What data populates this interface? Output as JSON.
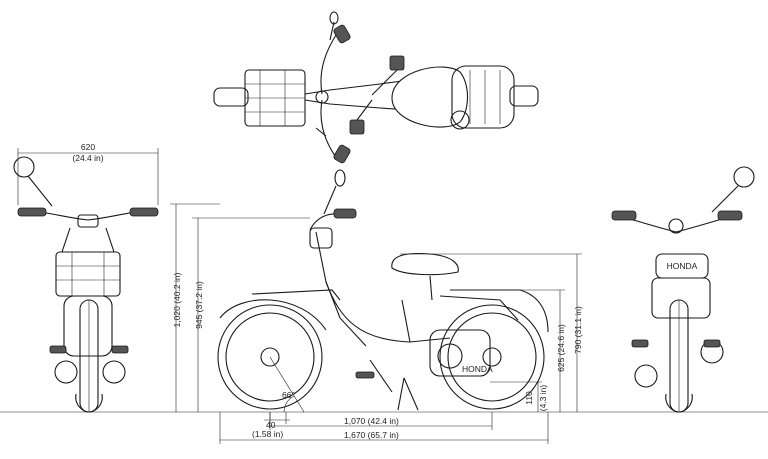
{
  "dimensions": {
    "handlebar_width": "620",
    "handlebar_width_in": "(24.4 in)",
    "overall_height": "1,020 (40.2 in)",
    "seat_height_top": "945 (37.2 in)",
    "seat_height": "790 (31.1 in)",
    "footrest_height": "625 (24.6 in)",
    "ground_clearance": "110",
    "ground_clearance_in": "(4.3 in)",
    "caster_angle": "66°",
    "trail": "40",
    "trail_in": "(1.58 in)",
    "wheelbase": "1,070 (42.4 in)",
    "overall_length": "1,670 (65.7 in)"
  },
  "branding": {
    "tank_text": "HONDA"
  }
}
